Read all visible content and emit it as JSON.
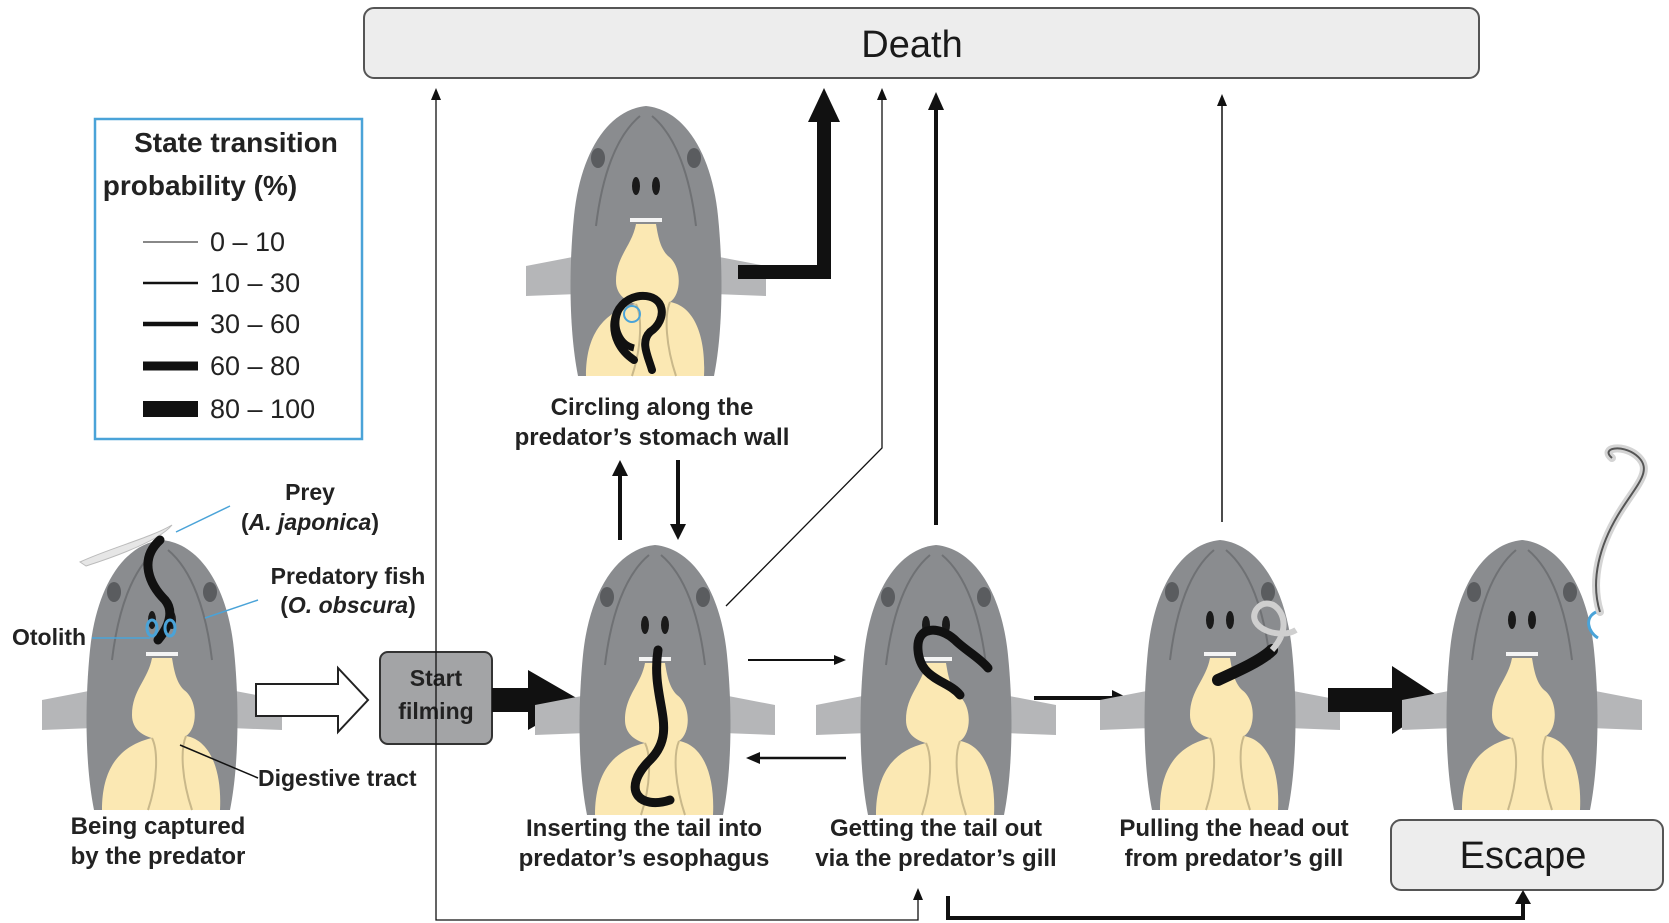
{
  "states": {
    "death": "Death",
    "escape": "Escape",
    "start_filming": [
      "Start",
      "filming"
    ]
  },
  "legend": {
    "title": [
      "State transition",
      "probability (%)"
    ],
    "ranges": [
      "0 – 10",
      "10 – 30",
      "30 – 60",
      "60 – 80",
      "80 – 100"
    ]
  },
  "annotations": {
    "prey": "Prey",
    "prey_species": "A. japonica",
    "predator": "Predatory fish",
    "predator_species": "O. obscura",
    "otolith": "Otolith",
    "digestive_tract": "Digestive tract"
  },
  "stages": {
    "captured": [
      "Being captured",
      "by the predator"
    ],
    "circling": [
      "Circling along the",
      "predator’s stomach wall"
    ],
    "inserting": [
      "Inserting the tail into",
      "predator’s esophagus"
    ],
    "tail_out": [
      "Getting the tail out",
      "via the predator’s gill"
    ],
    "head_out": [
      "Pulling the head out",
      "from predator’s gill"
    ]
  },
  "colors": {
    "fish_body": "#8a8c8f",
    "fish_dark": "#4d4f52",
    "fin": "#b5b6b8",
    "tract": "#fbe8b3",
    "box_fill": "#ededed",
    "legend_border": "#4aa3d8",
    "eel": "#111111"
  }
}
